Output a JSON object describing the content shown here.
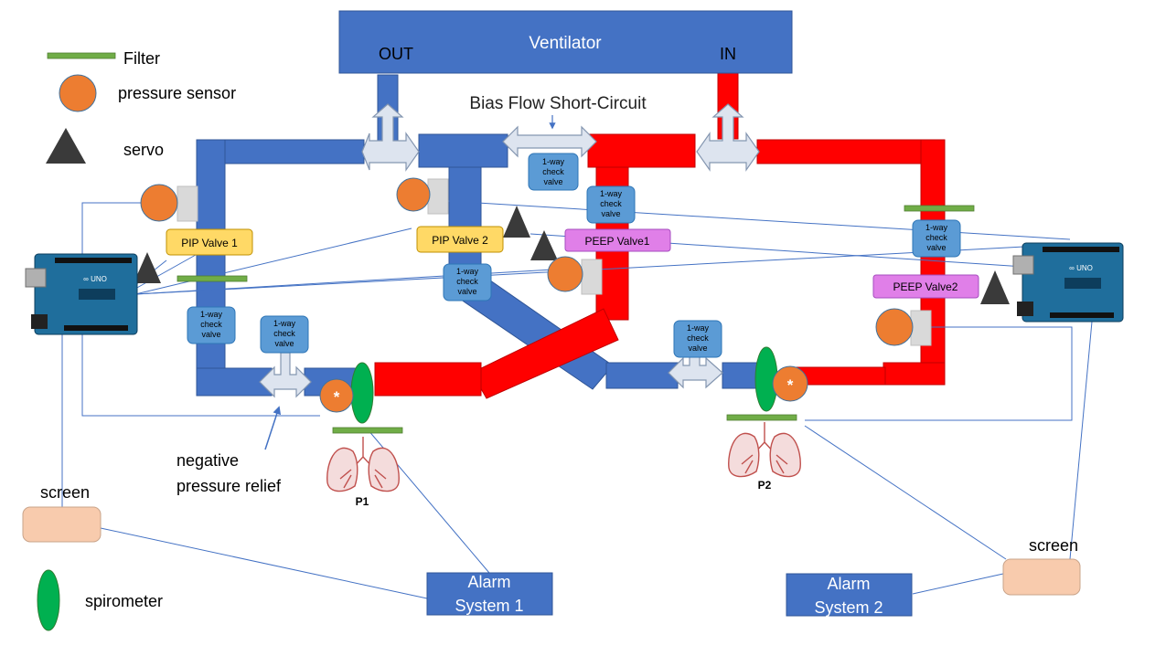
{
  "legend": {
    "filter": "Filter",
    "pressure_sensor": "pressure sensor",
    "servo": "servo",
    "spirometer": "spirometer"
  },
  "ventilator": {
    "title": "Ventilator",
    "out": "OUT",
    "in": "IN"
  },
  "bias_flow": "Bias Flow Short-Circuit",
  "check_valve": [
    "1-way",
    "check",
    "valve"
  ],
  "valves": {
    "pip1": "PIP Valve 1",
    "pip2": "PIP Valve 2",
    "peep1": "PEEP Valve1",
    "peep2": "PEEP Valve2"
  },
  "negative_pressure": [
    "negative",
    "pressure relief"
  ],
  "patients": {
    "p1": "P1",
    "p2": "P2"
  },
  "sensor_marker": "*",
  "screens": {
    "left": "screen",
    "right": "screen"
  },
  "alarms": {
    "a1": [
      "Alarm",
      "System 1"
    ],
    "a2": [
      "Alarm",
      "System 2"
    ]
  },
  "colors": {
    "blue_tube": "#4472c4",
    "red_tube": "#ff0000",
    "filter_green": "#70ad47",
    "sensor_orange": "#ed7d31",
    "spirometer_green": "#00b050",
    "valve_box_blue": "#5b9bd5",
    "pip_yellow": "#ffd966",
    "peep_violet": "#e07fe8",
    "screen_peach": "#f8cbad",
    "servo_dark": "#3a3a3a"
  }
}
